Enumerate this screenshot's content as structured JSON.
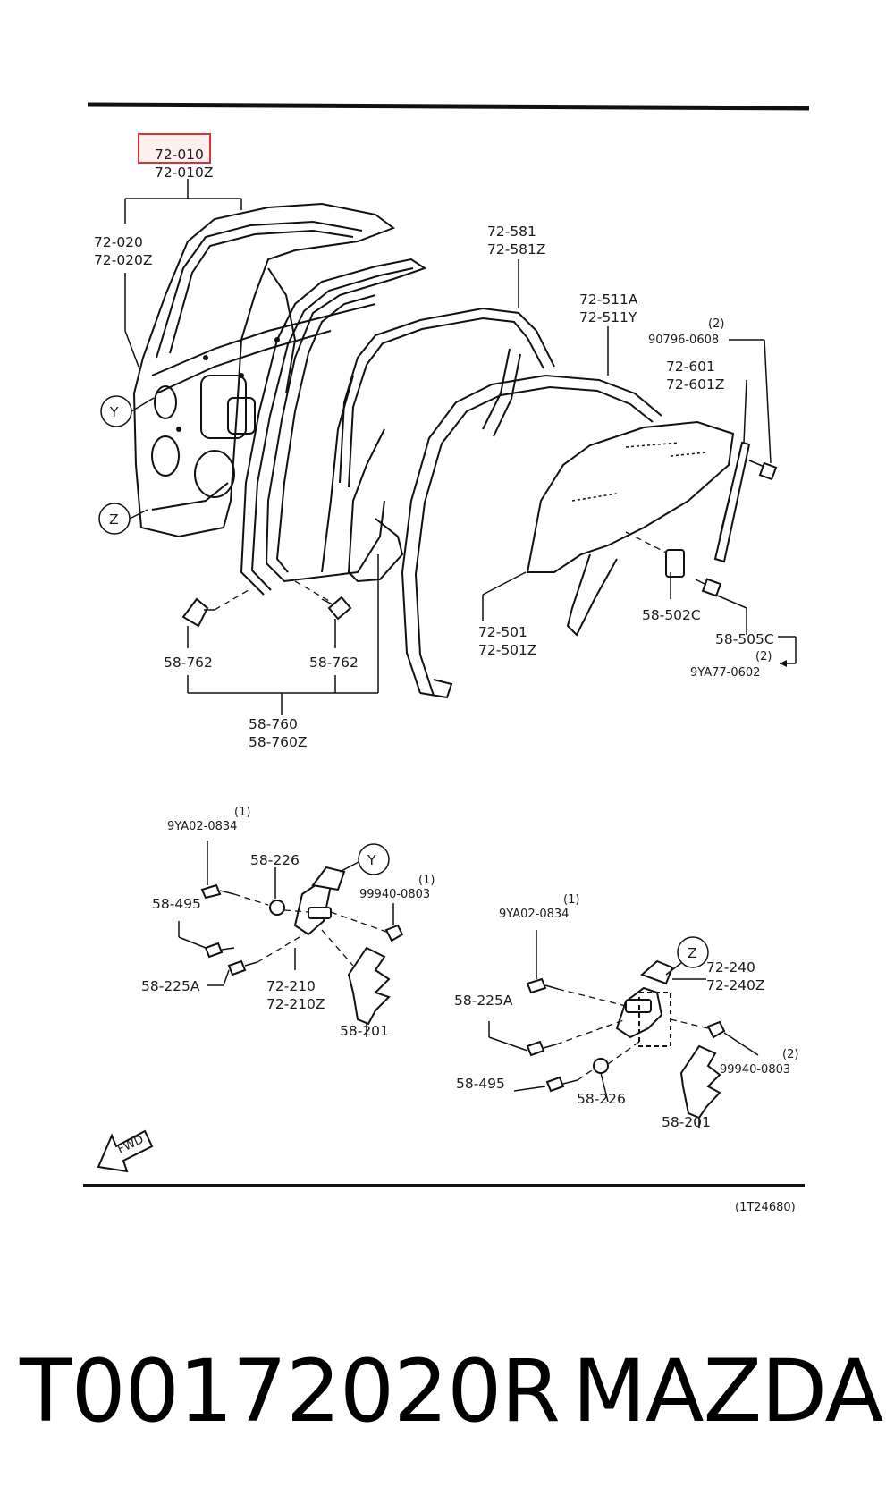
{
  "highlight_color": "#d9323a",
  "labels": {
    "p72_010": "72-010",
    "p72_010z": "72-010Z",
    "p72_020": "72-020",
    "p72_020z": "72-020Z",
    "p72_581": "72-581",
    "p72_581z": "72-581Z",
    "p72_511a": "72-511A",
    "p72_511y": "72-511Y",
    "q2_a": "(2)",
    "p90796": "90796-0608",
    "p72_601": "72-601",
    "p72_601z": "72-601Z",
    "p72_501": "72-501",
    "p72_501z": "72-501Z",
    "p58_502c": "58-502C",
    "p58_505c": "58-505C",
    "q2_b": "(2)",
    "p9ya77": "9YA77-0602",
    "p58_762a": "58-762",
    "p58_762b": "58-762",
    "p58_760": "58-760",
    "p58_760z": "58-760Z",
    "callout_y": "Y",
    "callout_z": "Z",
    "callout_y2": "Y",
    "callout_z2": "Z",
    "q1_a": "(1)",
    "p9ya02_a": "9YA02-0834",
    "p58_226a": "58-226",
    "q1_b": "(1)",
    "p99940_a": "99940-0803",
    "p58_495a": "58-495",
    "p58_225a_a": "58-225A",
    "p72_210": "72-210",
    "p72_210z": "72-210Z",
    "p58_201a": "58-201",
    "q1_c": "(1)",
    "p9ya02_b": "9YA02-0834",
    "p72_240": "72-240",
    "p72_240z": "72-240Z",
    "p58_225a_b": "58-225A",
    "q2_c": "(2)",
    "p99940_b": "99940-0803",
    "p58_495b": "58-495",
    "p58_226b": "58-226",
    "p58_201b": "58-201",
    "fwd": "FWD",
    "ref_code": "(1T24680)"
  },
  "footer": {
    "part_number": "T00172020R",
    "brand": "MAZDA"
  }
}
